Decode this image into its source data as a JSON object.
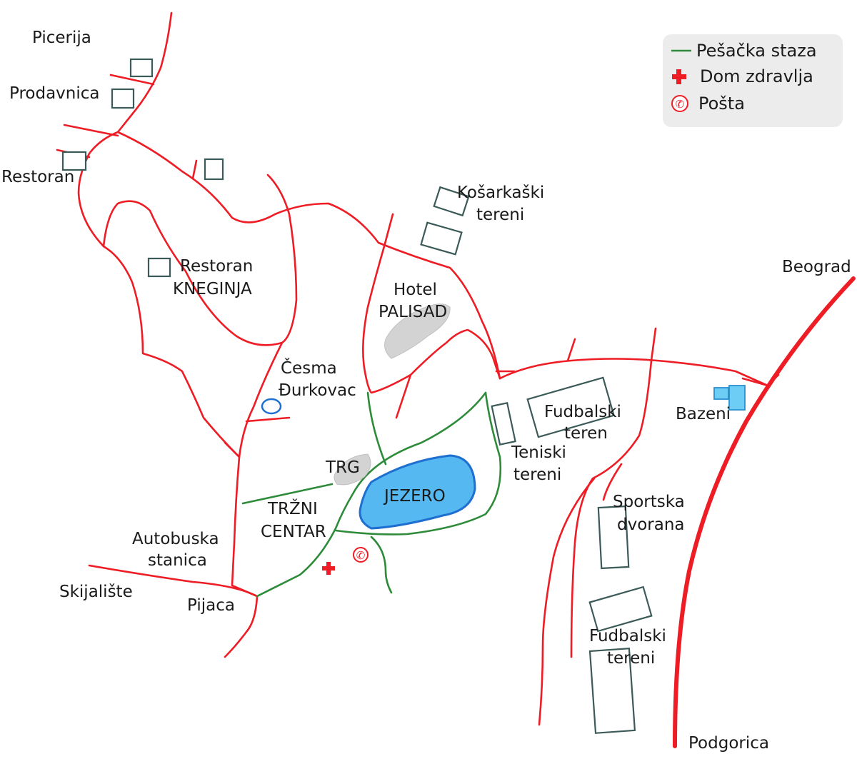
{
  "legend": {
    "walking_path": "Pešačka staza",
    "health_center": "Dom zdravlja",
    "post_office": "Pošta"
  },
  "places": {
    "picerija": "Picerija",
    "prodavnica": "Prodavnica",
    "restoran": "Restoran",
    "restoran_kneginja_1": "Restoran",
    "restoran_kneginja_2": "KNEGINJA",
    "kosarkaski_1": "Košarkaški",
    "kosarkaski_2": "tereni",
    "hotel_1": "Hotel",
    "hotel_2": "PALISAD",
    "cesma_1": "Česma",
    "cesma_2": "Đurkovac",
    "trg": "TRG",
    "jezero": "JEZERO",
    "trzni_1": "TRŽNI",
    "trzni_2": "CENTAR",
    "autobuska_1": "Autobuska",
    "autobuska_2": "stanica",
    "skijaliste": "Skijalište",
    "pijaca": "Pijaca",
    "fudbalski_teren_1": "Fudbalski",
    "fudbalski_teren_2": "teren",
    "teniski_1": "Teniski",
    "teniski_2": "tereni",
    "bazeni": "Bazeni",
    "beograd": "Beograd",
    "sportska_1": "Sportska",
    "sportska_2": "dvorana",
    "fudbalski_tereni_1": "Fudbalski",
    "fudbalski_tereni_2": "tereni",
    "podgorica": "Podgorica"
  },
  "colors": {
    "road": "#ee1c24",
    "walking_path": "#2e8b3a",
    "building_outline": "#3b5a58",
    "lake": "#55b8f0",
    "pool": "#6ecdf5",
    "plaza": "#d3d3d3",
    "legend_background": "#ececec"
  },
  "icons": {
    "health_center": "red-cross-icon",
    "post_office": "phone-circle-icon"
  }
}
